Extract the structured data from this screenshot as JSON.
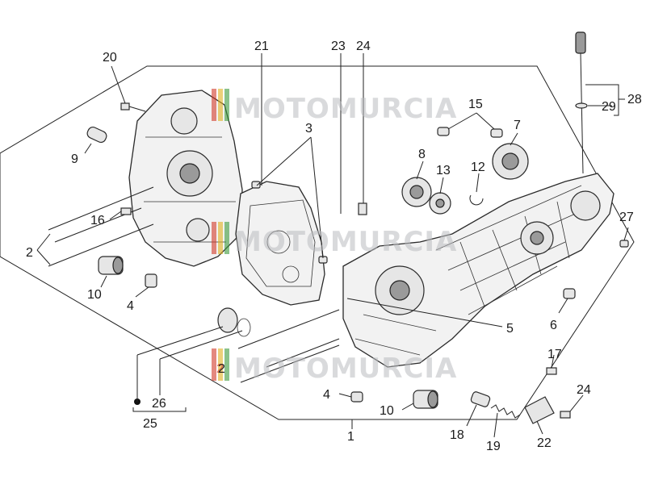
{
  "watermark": {
    "text": "MOTOMURCIA",
    "digit": "2"
  },
  "callouts": {
    "c1": "1",
    "c2a": "2",
    "c2b": "2",
    "c3": "3",
    "c4a": "4",
    "c4b": "4",
    "c5": "5",
    "c6": "6",
    "c7": "7",
    "c8": "8",
    "c9": "9",
    "c10a": "10",
    "c10b": "10",
    "c12": "12",
    "c13": "13",
    "c15": "15",
    "c16": "16",
    "c17": "17",
    "c18": "18",
    "c19": "19",
    "c20": "20",
    "c21": "21",
    "c22": "22",
    "c23": "23",
    "c24a": "24",
    "c24b": "24",
    "c25": "25",
    "c26": "26",
    "c27": "27",
    "c28": "28",
    "c29": "29"
  },
  "colors": {
    "line": "#222222",
    "part_fill": "#f2f2f2",
    "watermark": "#b9bcc0",
    "wm_red": "#d23a2a",
    "wm_green": "#3c9a3c",
    "wm_yellow": "#e0b020"
  }
}
